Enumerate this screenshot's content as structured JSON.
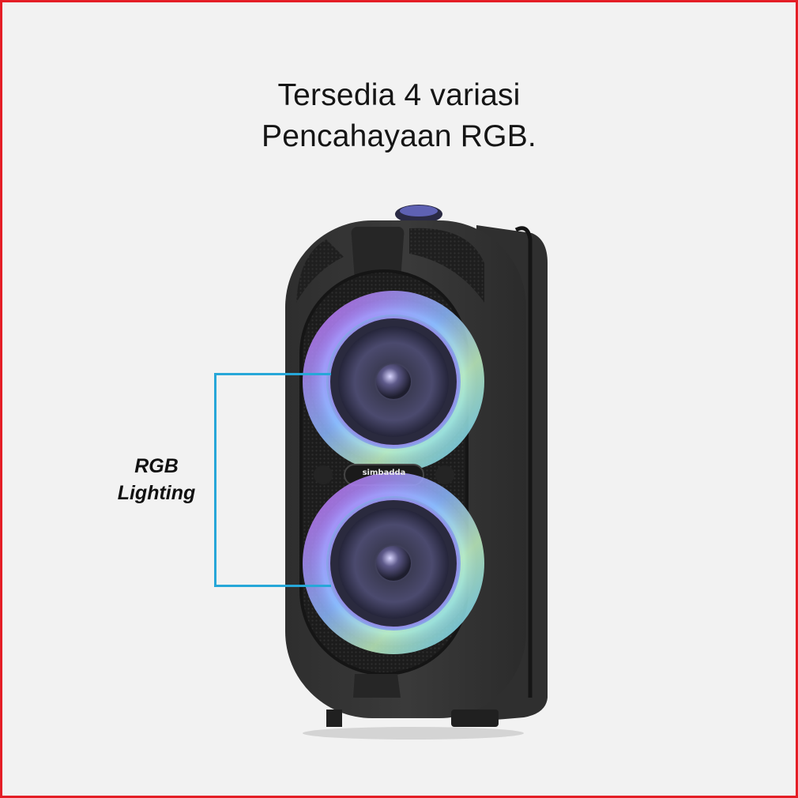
{
  "headline": {
    "line1": "Tersedia 4 variasi",
    "line2": "Pencahayaan RGB."
  },
  "callout": {
    "line1": "RGB",
    "line2": "Lighting"
  },
  "product": {
    "brand": "simbadda"
  },
  "colors": {
    "frame_border": "#e41e26",
    "callout_line": "#27a7d8",
    "background": "#f2f2f2"
  },
  "icons": {
    "speaker": "rgb-party-speaker-illustration"
  }
}
